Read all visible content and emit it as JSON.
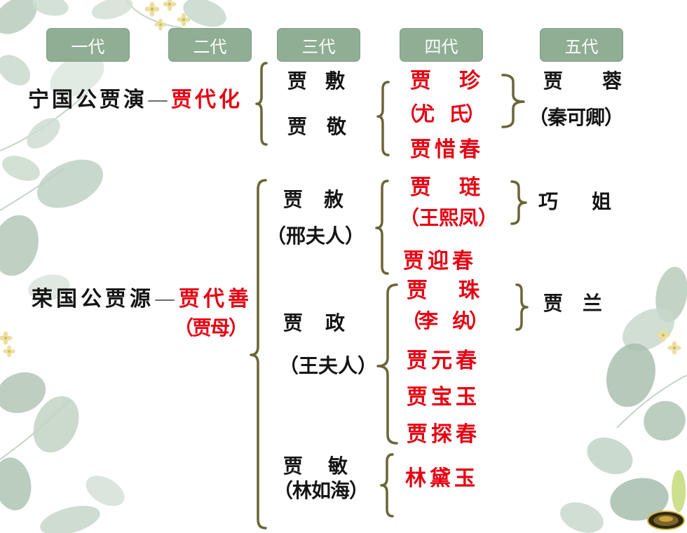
{
  "generation_headers": [
    "一代",
    "二代",
    "三代",
    "四代",
    "五代"
  ],
  "ningguo": {
    "founder": "宁国公贾演",
    "connector": "—",
    "heir": {
      "name": "贾代化"
    },
    "sons": [
      {
        "name": "贾　敷"
      },
      {
        "name": "贾　敬",
        "children": [
          {
            "name": "贾　珍",
            "spouse": "（尤　氏）",
            "children": [
              {
                "name": "贾　蓉",
                "spouse": "（秦可卿）"
              }
            ]
          },
          {
            "name": "贾惜春"
          }
        ]
      }
    ]
  },
  "rongguo": {
    "founder": "荣国公贾源",
    "connector": "—",
    "heir": {
      "name": "贾代善",
      "spouse": "（贾母）"
    },
    "children": [
      {
        "name": "贾　赦",
        "spouse": "（邢夫人）",
        "children": [
          {
            "name": "贾　琏",
            "spouse": "（王熙凤）",
            "children": [
              {
                "name": "巧　姐"
              }
            ]
          },
          {
            "name": "贾迎春"
          }
        ]
      },
      {
        "name": "贾　政",
        "spouse": "（王夫人）",
        "children": [
          {
            "name": "贾　珠",
            "spouse": "（李　纨）",
            "children": [
              {
                "name": "贾　兰"
              }
            ]
          },
          {
            "name": "贾元春"
          },
          {
            "name": "贾宝玉"
          },
          {
            "name": "贾探春"
          }
        ]
      },
      {
        "name": "贾　敏",
        "spouse": "（林如海）",
        "children": [
          {
            "name": "林黛玉"
          }
        ]
      }
    ]
  },
  "colors": {
    "black": "#141414",
    "red": "#e60012",
    "connector": "#6d6d6d",
    "bracket": "#6a6536",
    "header_bg": "#8fae94",
    "header_text": "#ffffff"
  }
}
